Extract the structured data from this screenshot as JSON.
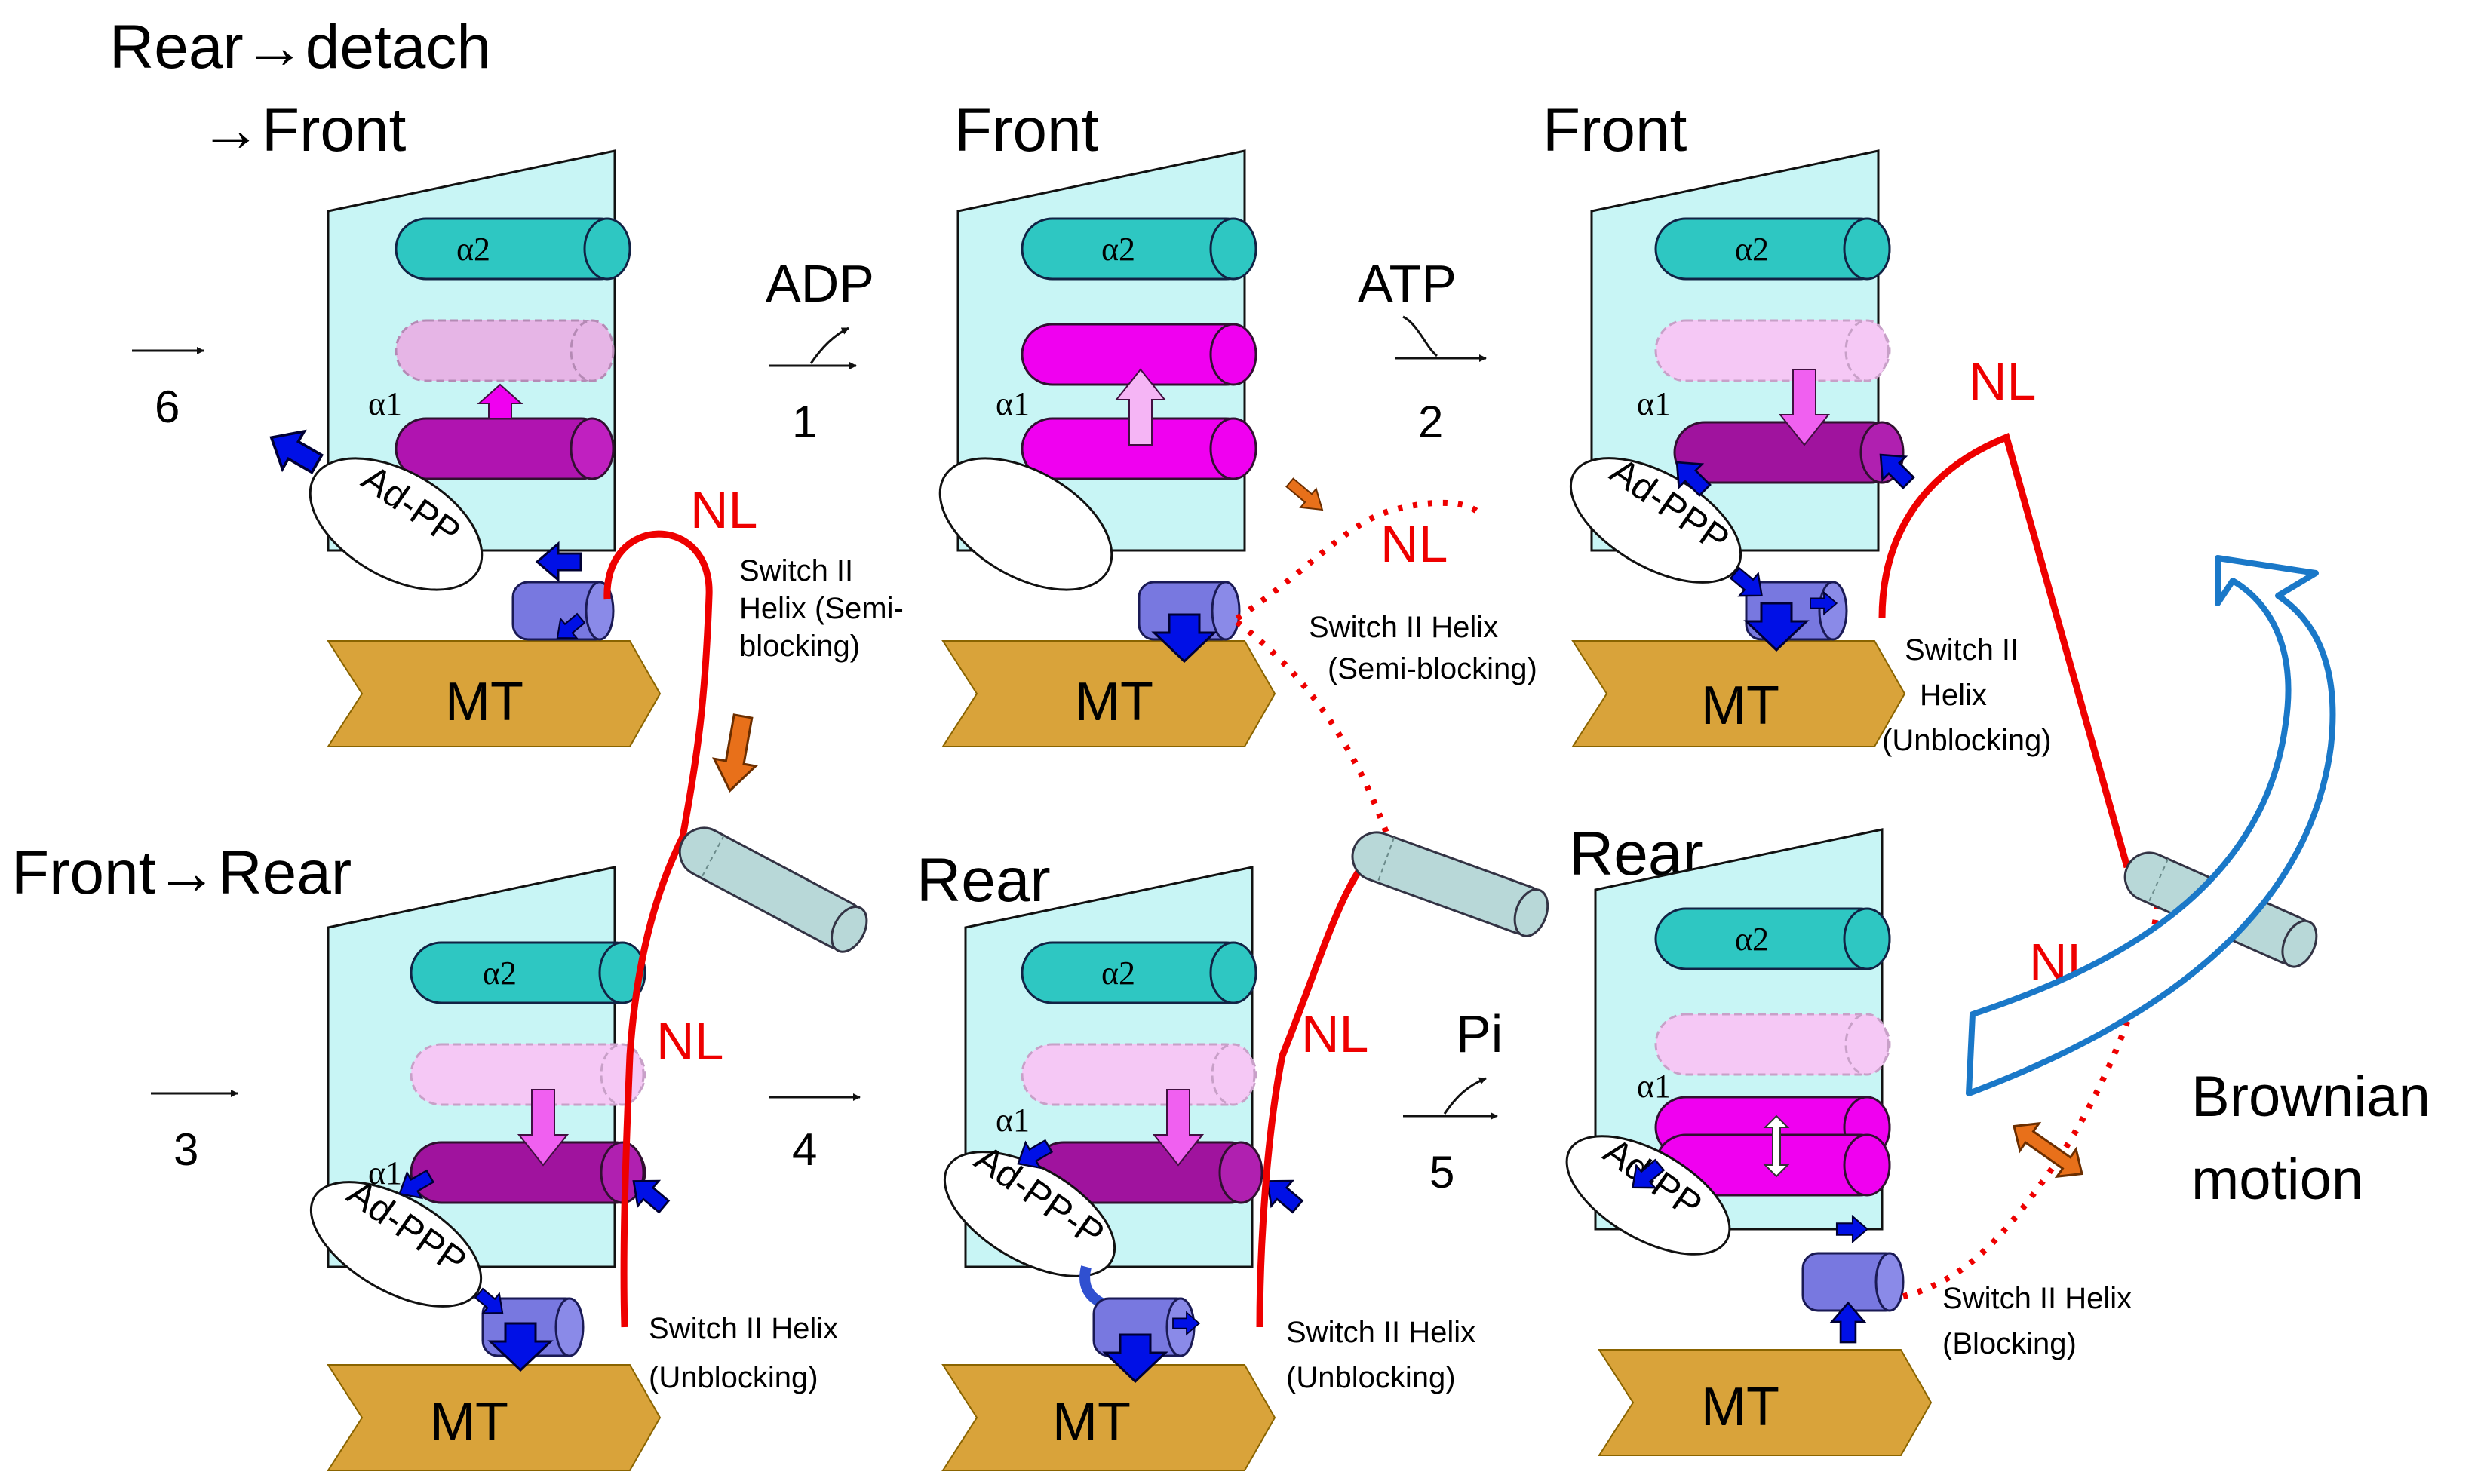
{
  "titles": {
    "panel1_line1": "Rear→detach",
    "panel1_line2": "→Front",
    "panel2": "Front",
    "panel3": "Front",
    "panel4": "Front→Rear",
    "panel5": "Rear",
    "panel6": "Rear"
  },
  "labels": {
    "mt": "MT",
    "alpha2": "α2",
    "alpha1": "α1",
    "nl": "NL",
    "brownian_line1": "Brownian",
    "brownian_line2": "motion"
  },
  "nucleotides": {
    "p1": "Ad-PP",
    "p3": "Ad-PPP",
    "p4": "Ad-PPP",
    "p5": "Ad-PP-P",
    "p6": "Ad-PP"
  },
  "steps": {
    "s1": "1",
    "s2": "2",
    "s3": "3",
    "s4": "4",
    "s5": "5",
    "s6": "6",
    "adp": "ADP",
    "atp": "ATP",
    "pi": "Pi"
  },
  "switch_labels": {
    "p1": [
      "Switch II",
      "Helix (Semi-",
      "blocking)"
    ],
    "p2": [
      "Switch II Helix",
      "(Semi-blocking)"
    ],
    "p3": [
      "Switch II",
      "Helix",
      "(Unblocking)"
    ],
    "p4": [
      "Switch II Helix",
      "(Unblocking)"
    ],
    "p5": [
      "Switch II Helix",
      "(Unblocking)"
    ],
    "p6": [
      "Switch II Helix",
      "(Blocking)"
    ]
  },
  "colors": {
    "head": "#c8f5f5",
    "microtubule": "#d9a33a",
    "alpha2": "#2ec7c2",
    "alpha1_purple": "#a0139e",
    "alpha1_magenta": "#f000f0",
    "alpha1_faded": "#f5c8f5",
    "switch_helix": "#7878e0",
    "arrow_blue": "#0010e6",
    "neck_linker": "#ee0000",
    "arrow_orange": "#e8701a",
    "neck_helix": "#b8d8d8",
    "brownian_arrow": "#1a78c8"
  }
}
